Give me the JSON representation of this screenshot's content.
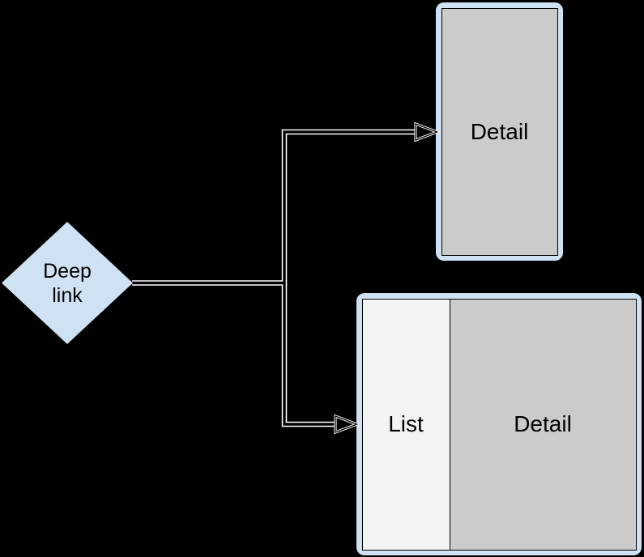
{
  "diagram": {
    "decision": {
      "label": "Deep link"
    },
    "compact_screen": {
      "label": "Detail"
    },
    "expanded_screen": {
      "list_label": "List",
      "detail_label": "Detail"
    },
    "colors": {
      "background": "#000000",
      "node_fill": "#cfe2f3",
      "frame_fill": "#cfe2f3",
      "detail_fill": "#cbcbcb",
      "list_fill": "#f3f3f3",
      "stroke": "#000000",
      "connector_casing": "#ffffff",
      "connector_core": "#000000",
      "text": "#000000"
    }
  }
}
